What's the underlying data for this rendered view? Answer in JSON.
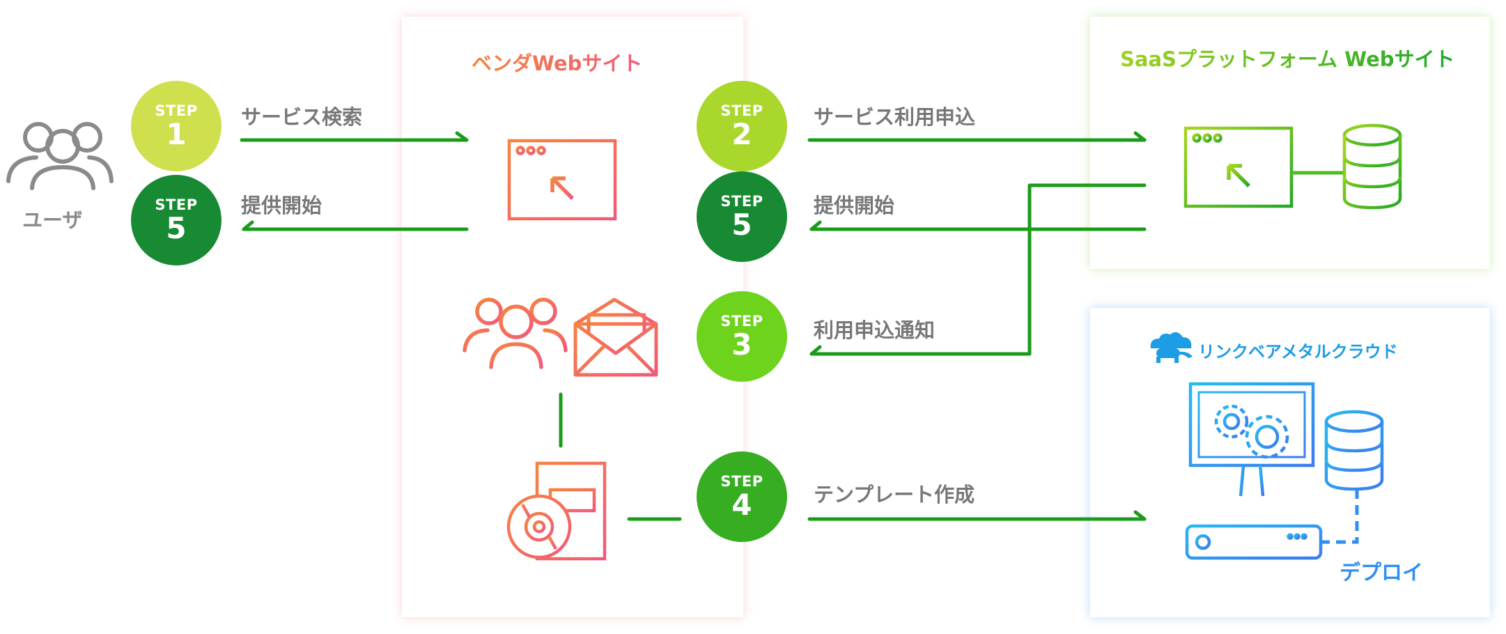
{
  "user": {
    "label": "ユーザ"
  },
  "panels": {
    "vendor_title": "ベンダWebサイト",
    "saas_title": "SaaSプラットフォーム Webサイト",
    "bare_logo_text": "リンクベアメタルクラウド",
    "bare_deploy": "デプロイ"
  },
  "steps": [
    {
      "key": "STEP",
      "num": "1",
      "label": "サービス検索"
    },
    {
      "key": "STEP",
      "num": "5",
      "label": "提供開始"
    },
    {
      "key": "STEP",
      "num": "2",
      "label": "サービス利用申込"
    },
    {
      "key": "STEP",
      "num": "5",
      "label": "提供開始"
    },
    {
      "key": "STEP",
      "num": "3",
      "label": "利用申込通知"
    },
    {
      "key": "STEP",
      "num": "4",
      "label": "テンプレート作成"
    }
  ],
  "colors": {
    "arrow_green": "#1a9c1a",
    "user_gray": "#8a8a8a",
    "vendor_orange": "#f6843f",
    "vendor_pink": "#f05a7a",
    "saas_lime": "#9fd21f",
    "saas_green": "#1fa82a",
    "bare_blue_light": "#2bb7f0",
    "bare_blue": "#3a7ff0"
  },
  "icons": [
    "users-icon",
    "browser-cursor-icon",
    "envelope-icon",
    "software-package-icon",
    "database-icon",
    "monitor-gears-icon",
    "server-icon",
    "cloud-logo-icon"
  ]
}
